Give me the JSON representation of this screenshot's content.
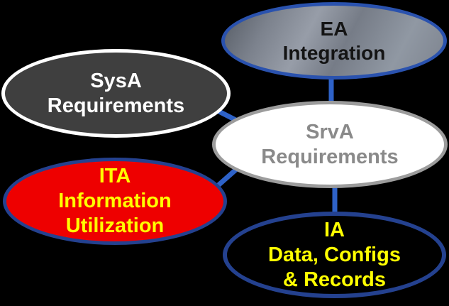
{
  "diagram": {
    "background_color": "#000000",
    "connector_color": "#2e62c8",
    "nodes": {
      "ea": {
        "label": "EA\nIntegration",
        "fill": "gray-gradient",
        "fill_colors": [
          "#555b64",
          "#979da8",
          "#7d838e"
        ],
        "border_color": "#2a52ae",
        "text_color": "#141414"
      },
      "sysa": {
        "label": "SysA\nRequirements",
        "fill": "#3f3f3f",
        "border_color": "#ffffff",
        "text_color": "#ffffff"
      },
      "srva": {
        "label": "SrvA\nRequirements",
        "fill": "#ffffff",
        "border_color": "#9c9c9c",
        "text_color": "#8a8a8a"
      },
      "ita": {
        "label": "ITA\nInformation\nUtilization",
        "fill": "#ee0000",
        "border_color": "#24418f",
        "text_color": "#ffff00"
      },
      "ia": {
        "label": "IA\nData, Configs\n& Records",
        "fill": "#000000",
        "border_color": "#24418f",
        "text_color": "#ffff00"
      }
    },
    "edges": [
      {
        "from": "ea",
        "to": "srva"
      },
      {
        "from": "sysa",
        "to": "srva"
      },
      {
        "from": "ita",
        "to": "srva"
      },
      {
        "from": "srva",
        "to": "ia"
      }
    ]
  }
}
